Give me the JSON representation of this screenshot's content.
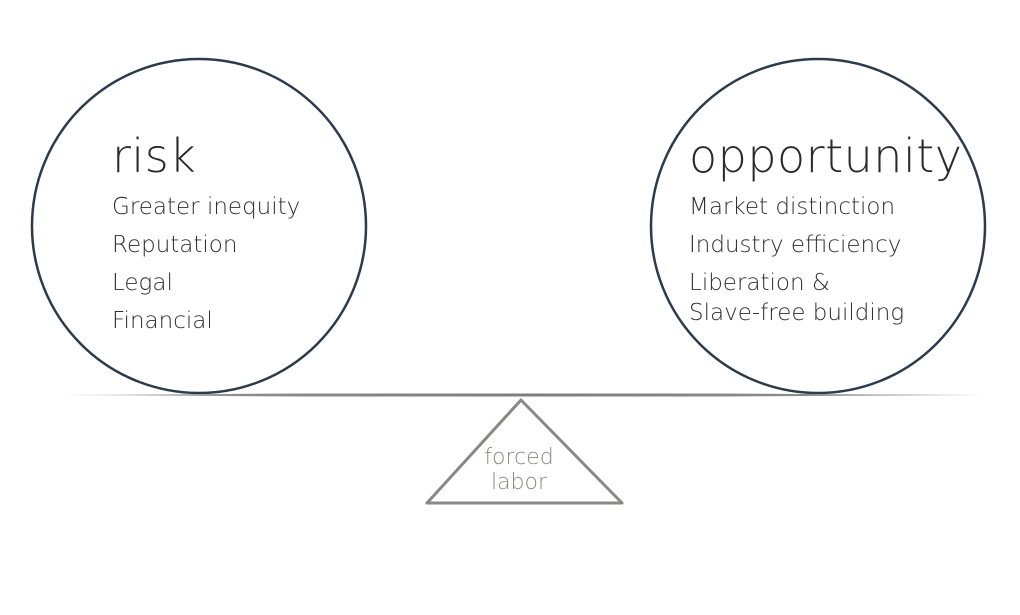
{
  "risk": {
    "title": "risk",
    "items": [
      "Greater inequity",
      "Reputation",
      "Legal",
      "Financial"
    ]
  },
  "opportunity": {
    "title": "opportunity",
    "items": [
      "Market distinction",
      "Industry efficiency",
      "Liberation &",
      "Slave-free building"
    ]
  },
  "fulcrum": {
    "line1": "forced",
    "line2": "labor"
  },
  "colors": {
    "circle_stroke": "#2d3a4a",
    "beam": "#8a8a8a",
    "fulcrum": "#8a8784"
  }
}
